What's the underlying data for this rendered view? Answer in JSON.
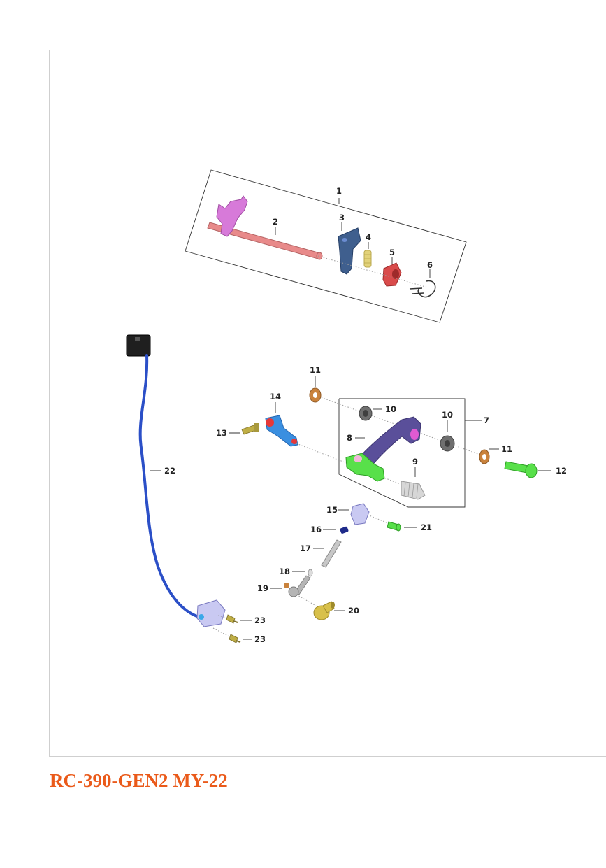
{
  "caption": "RC-390-GEN2 MY-22",
  "colors": {
    "caption": "#ea5a1a",
    "shaft": "#e88a8a",
    "fork": "#d77ad9",
    "plate": "#3f5f8e",
    "spring": "#e2d27a",
    "collar": "#d94b4b",
    "lever_arm": "#5a4f9a",
    "lever_green": "#58e04a",
    "harness_blue": "#2b4fc7",
    "connector": "#1f1f1f",
    "washer_copper": "#c9823c",
    "bushing_grey": "#6f6f6f",
    "rod_silver": "#b8b8b8",
    "gold": "#d8c04a"
  },
  "callouts": [
    {
      "id": "c1",
      "text": "1"
    },
    {
      "id": "c2",
      "text": "2"
    },
    {
      "id": "c3",
      "text": "3"
    },
    {
      "id": "c4",
      "text": "4"
    },
    {
      "id": "c5",
      "text": "5"
    },
    {
      "id": "c6",
      "text": "6"
    },
    {
      "id": "c7",
      "text": "7"
    },
    {
      "id": "c8",
      "text": "8"
    },
    {
      "id": "c9",
      "text": "9"
    },
    {
      "id": "c10a",
      "text": "10"
    },
    {
      "id": "c10b",
      "text": "10"
    },
    {
      "id": "c11a",
      "text": "11"
    },
    {
      "id": "c11b",
      "text": "11"
    },
    {
      "id": "c12",
      "text": "12"
    },
    {
      "id": "c13",
      "text": "13"
    },
    {
      "id": "c14",
      "text": "14"
    },
    {
      "id": "c15",
      "text": "15"
    },
    {
      "id": "c16",
      "text": "16"
    },
    {
      "id": "c17",
      "text": "17"
    },
    {
      "id": "c18",
      "text": "18"
    },
    {
      "id": "c19",
      "text": "19"
    },
    {
      "id": "c20",
      "text": "20"
    },
    {
      "id": "c21",
      "text": "21"
    },
    {
      "id": "c22",
      "text": "22"
    },
    {
      "id": "c23a",
      "text": "23"
    },
    {
      "id": "c23b",
      "text": "23"
    }
  ]
}
